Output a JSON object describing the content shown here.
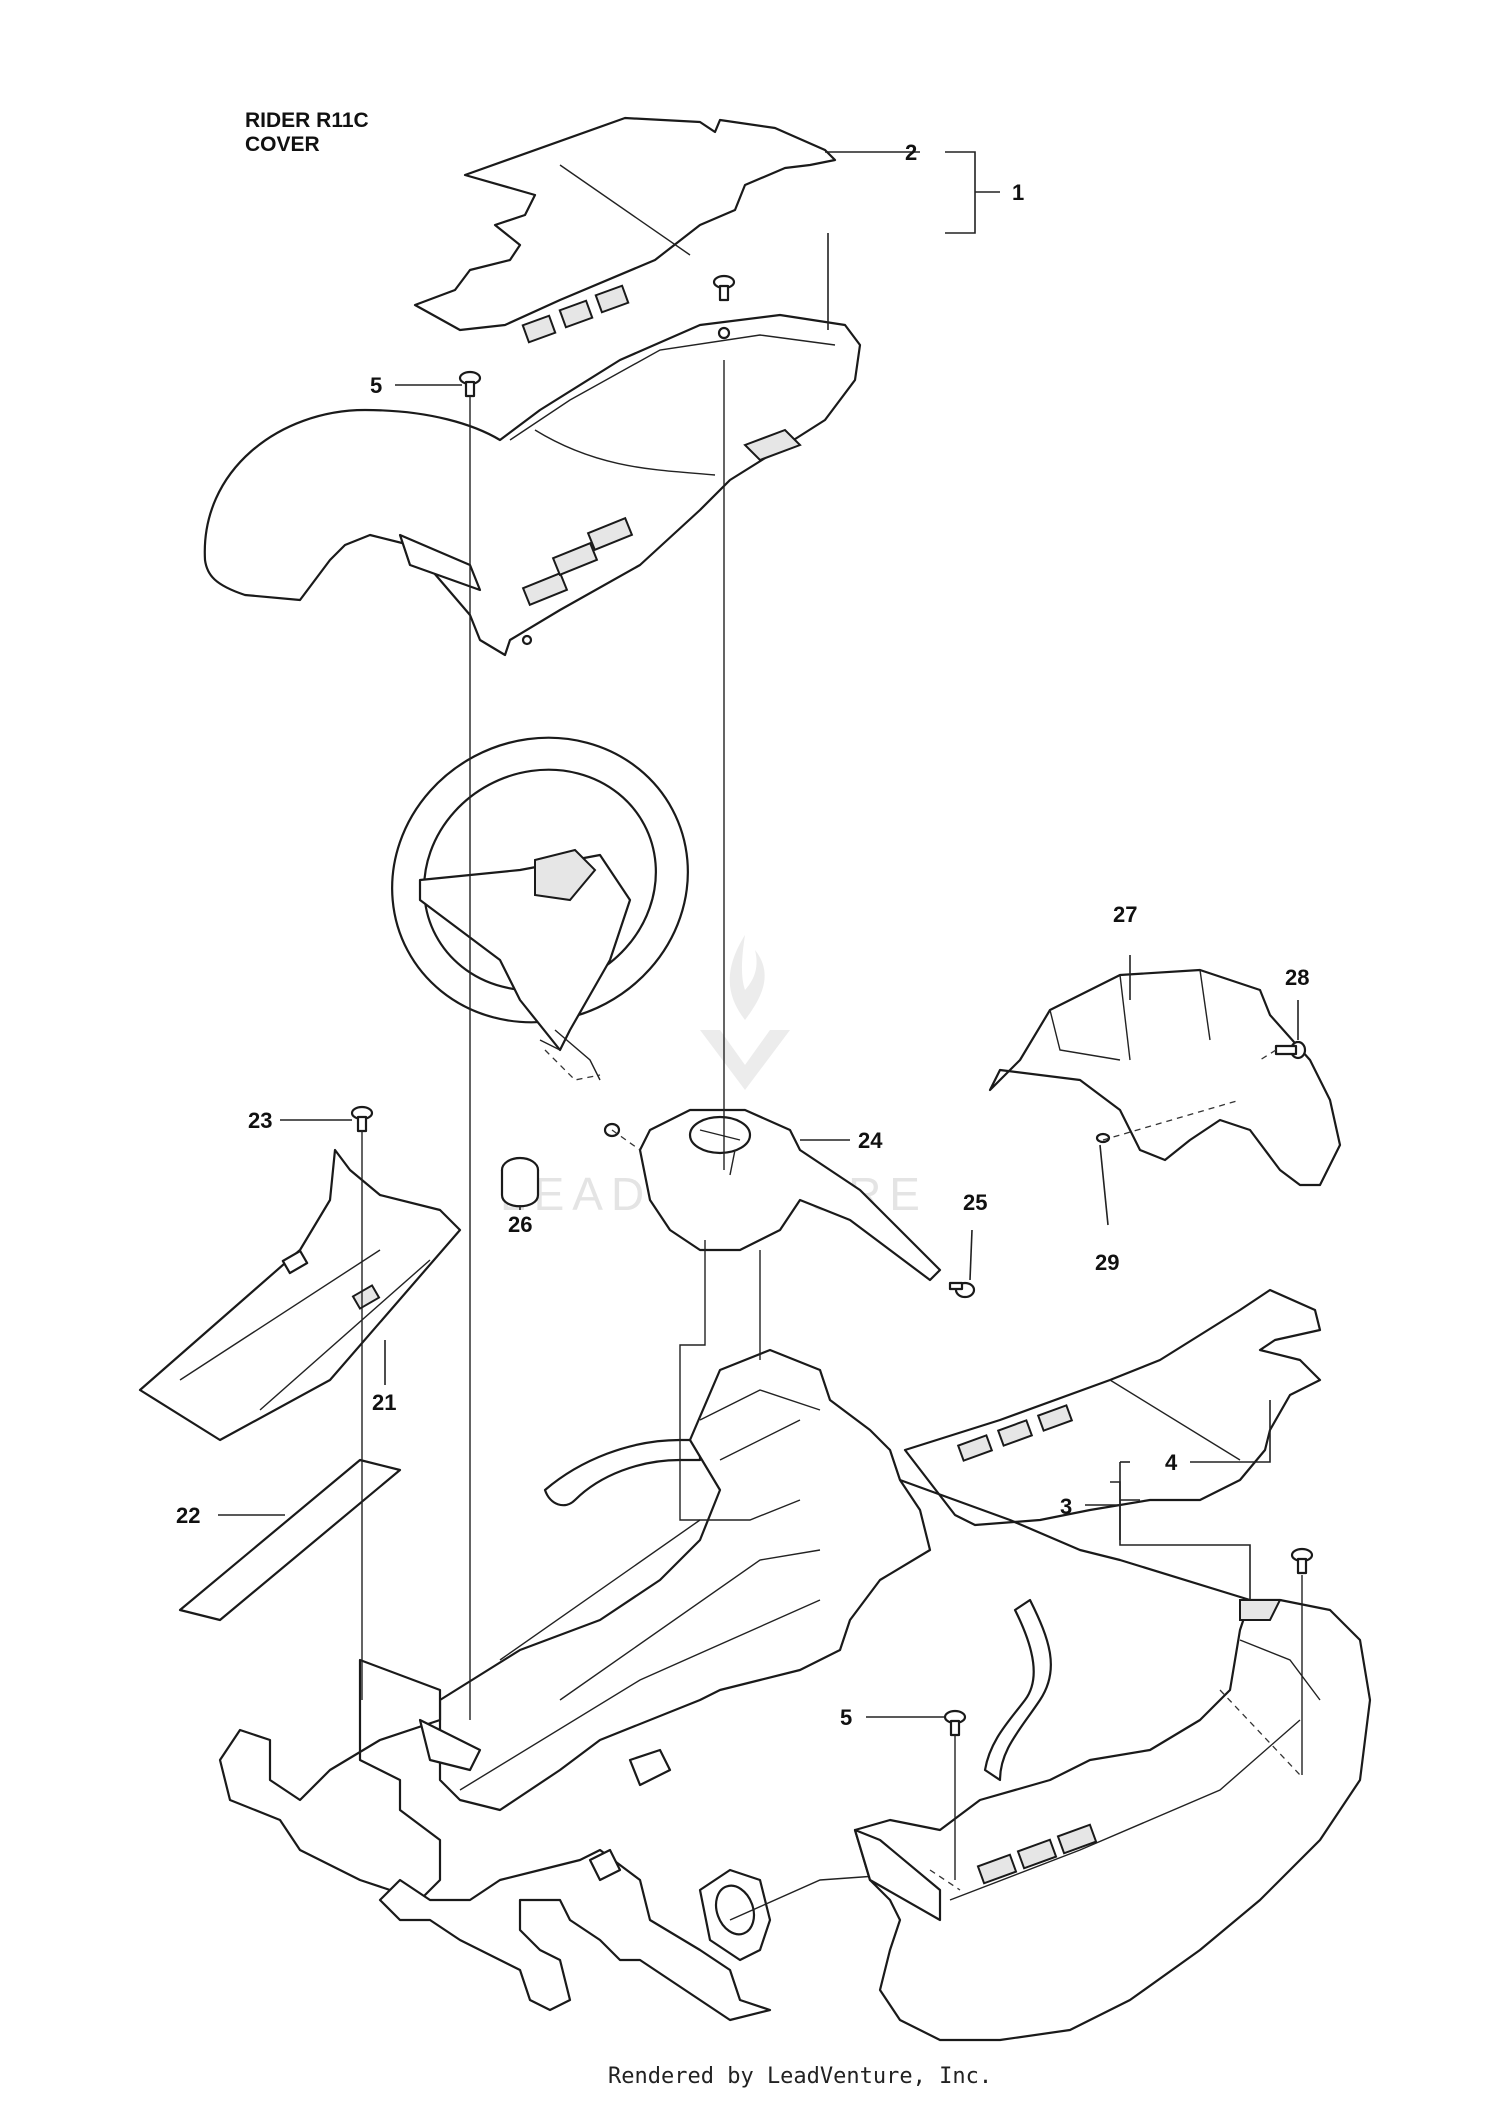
{
  "title": {
    "line1": "RIDER R11C",
    "line2": "COVER"
  },
  "callouts": {
    "c1": "1",
    "c2": "2",
    "c3": "3",
    "c4": "4",
    "c5a": "5",
    "c5b": "5",
    "c21": "21",
    "c22": "22",
    "c23": "23",
    "c24": "24",
    "c25": "25",
    "c26": "26",
    "c27": "27",
    "c28": "28",
    "c29": "29"
  },
  "watermark": {
    "text": "LEADVENTURE"
  },
  "footer": {
    "text": "Rendered by LeadVenture, Inc."
  }
}
